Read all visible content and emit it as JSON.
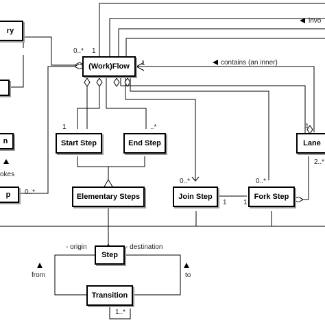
{
  "classes": {
    "left_top": "ry",
    "left_mid": "n",
    "left_bottom": "p",
    "workflow": "(Work)Flow",
    "start_step": "Start Step",
    "end_step": "End Step",
    "elementary_steps": "Elementary Steps",
    "join_step": "Join Step",
    "fork_step": "Fork Step",
    "lane": "Lane",
    "step": "Step",
    "transition": "Transition"
  },
  "labels": {
    "invokes_top": "invo",
    "contains_inner": "contains (an inner)",
    "invokes_left": "okes",
    "origin": "- origin",
    "destination": "- destination",
    "from": "from",
    "to": "to"
  },
  "multiplicities": {
    "wf_left": "0..*",
    "wf_one": "1",
    "wf_inner": "1",
    "start_one": "1",
    "end_many": "..*",
    "join_many": "0..*",
    "join_one": "1",
    "fork_many": "0..*",
    "fork_one": "1",
    "lane_one": "1",
    "lane_many": "2..*",
    "left_many": "0..*",
    "transition_many": "1..*"
  }
}
